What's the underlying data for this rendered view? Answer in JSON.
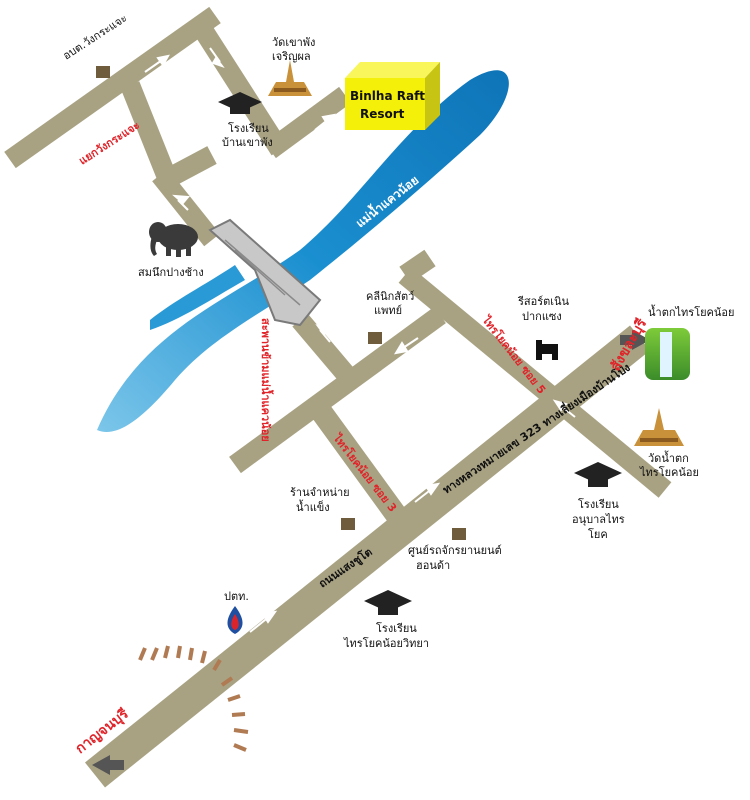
{
  "resort": {
    "line1": "Binlha Raft",
    "line2": "Resort",
    "color": "#f5f00a"
  },
  "river": {
    "name": "แม่น้ำแควน้อย",
    "color": "#1a8fd0"
  },
  "roads": {
    "route_323": "ทางหลวงหมายเลข 323 ทางเลี่ยงเมืองบ้านโป่ง",
    "saengchuto": "ถนนแสงชูโต",
    "soi3": "ไทรโยคน้อย ซอย 3",
    "soi5": "ไทรโยคน้อย ซอย 5",
    "north_road": "แยกวังกระแจะ",
    "bridge_road": "สะพานข้ามแม่น้ำแควน้อย"
  },
  "directions": {
    "kanchanaburi": "กาญจนบุรี",
    "sangkhlaburi": "สังขละบุรี"
  },
  "labels": {
    "district_office": "อบต.วังกระแจะ",
    "temple_top_1": "วัดเขาพัง",
    "temple_top_2": "เจริญผล",
    "school_top_1": "โรงเรียน",
    "school_top_2": "บ้านเขาพัง",
    "elephant_camp": "สมนึกปางช้าง",
    "vet_clinic_1": "คลีนิกสัตว์",
    "vet_clinic_2": "แพทย์",
    "resort_nern_1": "รีสอร์ตเนิน",
    "resort_nern_2": "ปากแซง",
    "waterfall": "น้ำตกไทรโยคน้อย",
    "temple_wf_1": "วัดน้ำตก",
    "temple_wf_2": "ไทรโยคน้อย",
    "ice_shop_1": "ร้านจำหน่าย",
    "ice_shop_2": "น้ำแข็ง",
    "kindergarten_1": "โรงเรียน",
    "kindergarten_2": "อนุบาลไทร",
    "kindergarten_3": "โยค",
    "honda_1": "ศูนย์รถจักรยานยนต์",
    "honda_2": "ฮอนด้า",
    "ptt": "ปตท.",
    "school_bottom_1": "โรงเรียน",
    "school_bottom_2": "ไทรโยคน้อยวิทยา"
  },
  "colors": {
    "road": "#a8a283",
    "road_edge": "#8e8869",
    "label_red": "#e0242a",
    "landmark_box": "#6e5c3c",
    "temple": "#c8913a",
    "ptt_blue": "#1f4fa0",
    "ptt_red": "#d9242b",
    "railway": "#b07a52"
  },
  "icons": [
    "school-icon",
    "temple-icon",
    "elephant-icon",
    "waterfall-icon",
    "gas-station-icon",
    "house-icon",
    "arrow-icon",
    "railway-icon",
    "bridge-icon",
    "shop-box-icon"
  ]
}
